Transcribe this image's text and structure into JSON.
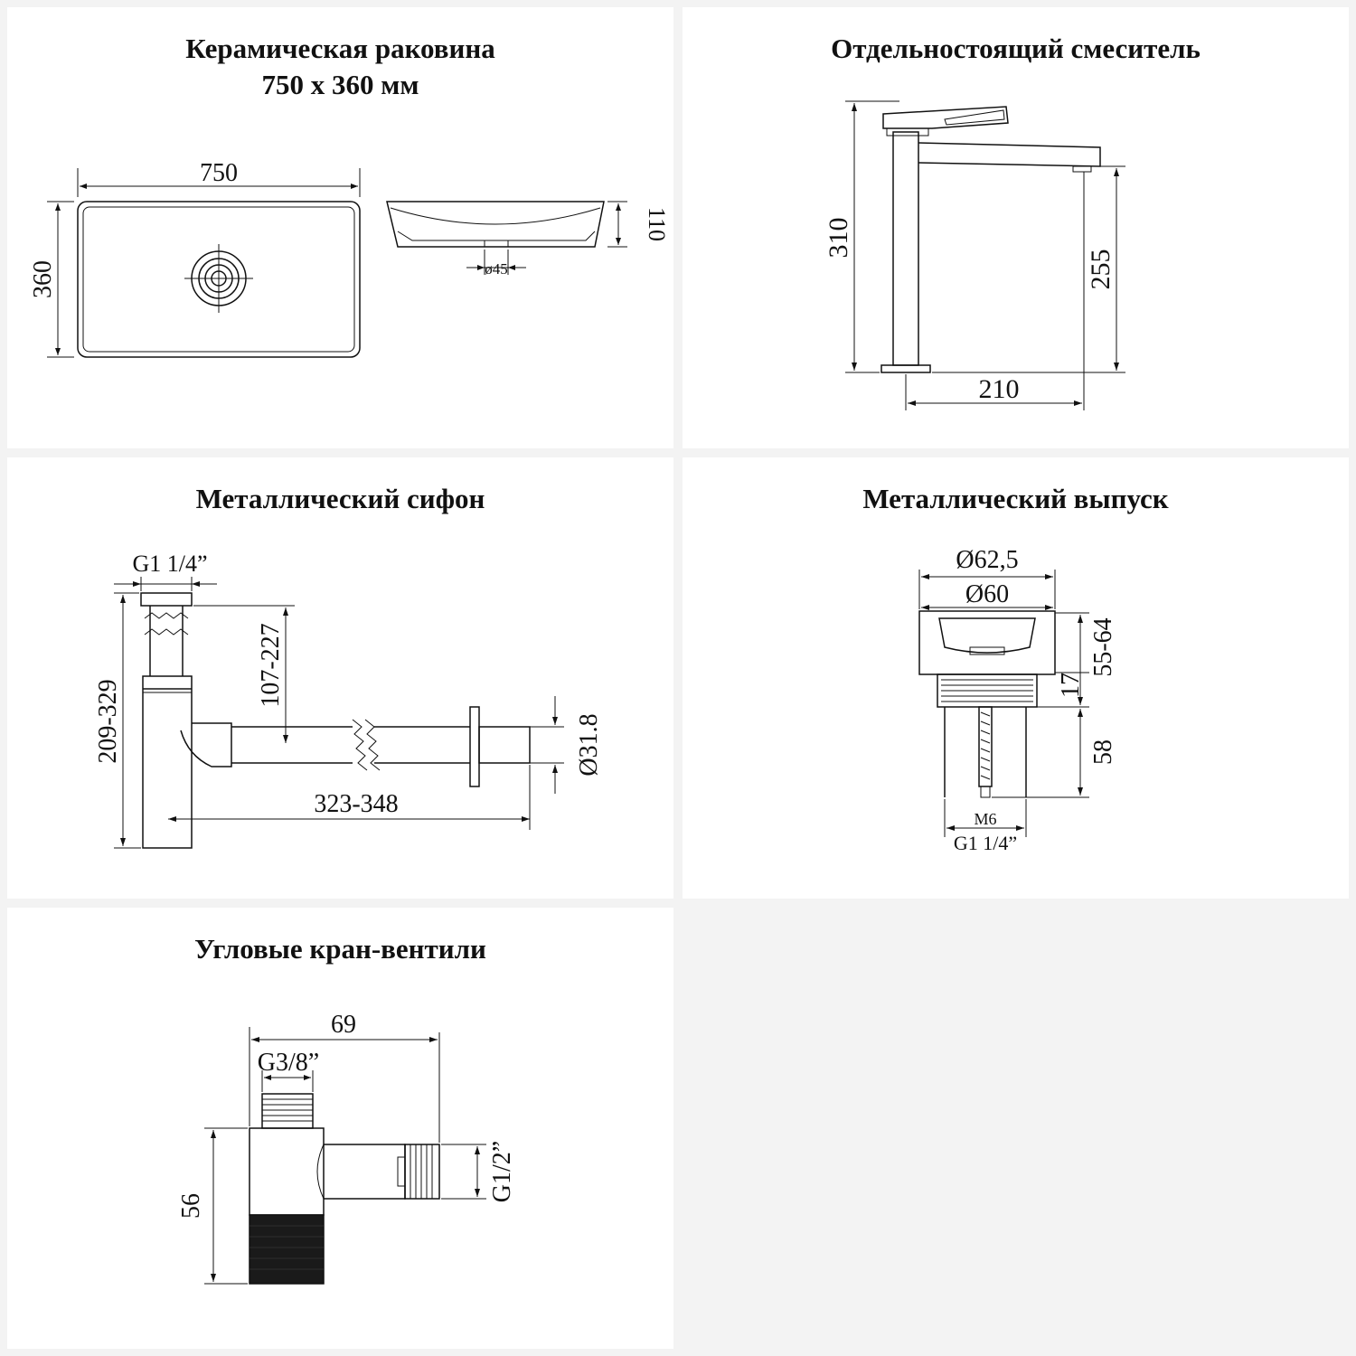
{
  "panels": {
    "sink": {
      "title": "Керамическая раковина\n750 х 360 мм",
      "width_label": "750",
      "height_label": "360",
      "depth_label": "110",
      "drain_label": "ø45"
    },
    "faucet": {
      "title": "Отдельностоящий смеситель",
      "height_label": "310",
      "spout_height_label": "255",
      "reach_label": "210"
    },
    "siphon": {
      "title": "Металлический сифон",
      "thread_label": "G1 1/4”",
      "height_range_label": "209-329",
      "outlet_height_label": "107-227",
      "length_range_label": "323-348",
      "pipe_diameter_label": "Ø31.8"
    },
    "drain": {
      "title": "Металлический выпуск",
      "outer_diameter_label": "Ø62,5",
      "inner_diameter_label": "Ø60",
      "range_label": "55-64",
      "flange_label": "17",
      "body_label": "58",
      "screw_label": "M6",
      "thread_label": "G1 1/4”"
    },
    "valve": {
      "title": "Угловые кран-вентили",
      "width_label": "69",
      "top_thread_label": "G3/8”",
      "height_label": "56",
      "side_thread_label": "G1/2”"
    }
  }
}
